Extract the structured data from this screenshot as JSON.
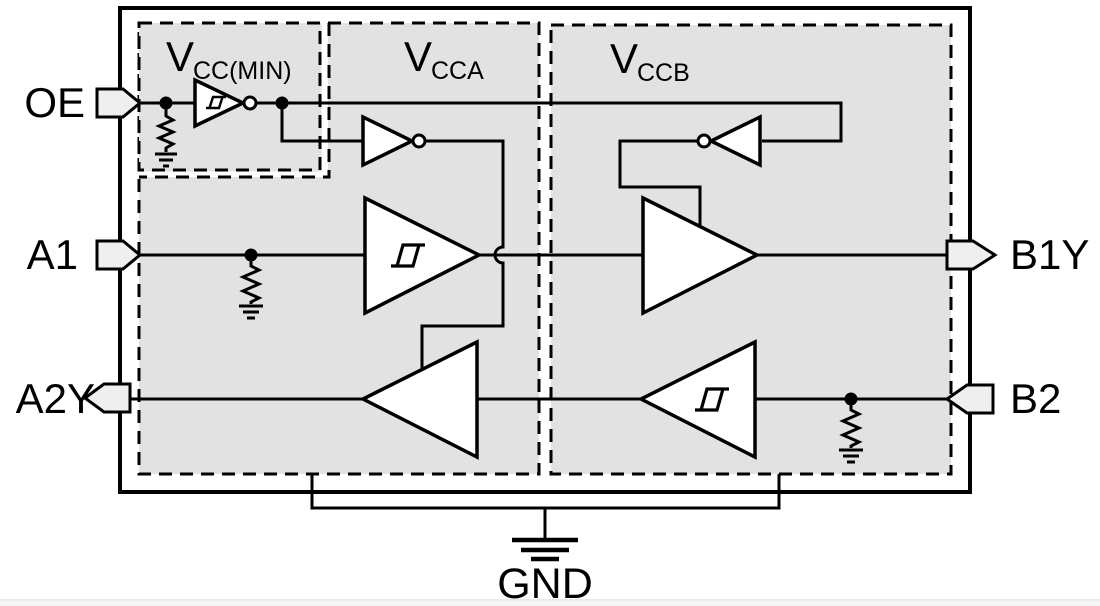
{
  "pins": {
    "oe": {
      "label": "OE",
      "direction": "input"
    },
    "a1": {
      "label": "A1",
      "direction": "input"
    },
    "a2y": {
      "label": "A2Y",
      "direction": "output"
    },
    "b1y": {
      "label": "B1Y",
      "direction": "output"
    },
    "b2": {
      "label": "B2",
      "direction": "input"
    },
    "gnd": {
      "label": "GND",
      "direction": "ground"
    }
  },
  "regions": {
    "vcc_min": {
      "main": "V",
      "sub": "CC(MIN)"
    },
    "vcca": {
      "main": "V",
      "sub": "CCA"
    },
    "vccb": {
      "main": "V",
      "sub": "CCB"
    }
  },
  "symbols": [
    "schmitt-trigger-inverter",
    "inverter",
    "schmitt-trigger-buffer",
    "tri-state-buffer",
    "pulldown-resistor",
    "ground-symbol",
    "wire-hop",
    "junction-dot"
  ],
  "colors": {
    "background": "#ffffff",
    "region_fill": "#e2e2e2",
    "pin_fill": "#efefef",
    "line": "#000000",
    "footer_strip": "#f4f5f7",
    "footer_edge": "#e6e8eb"
  }
}
